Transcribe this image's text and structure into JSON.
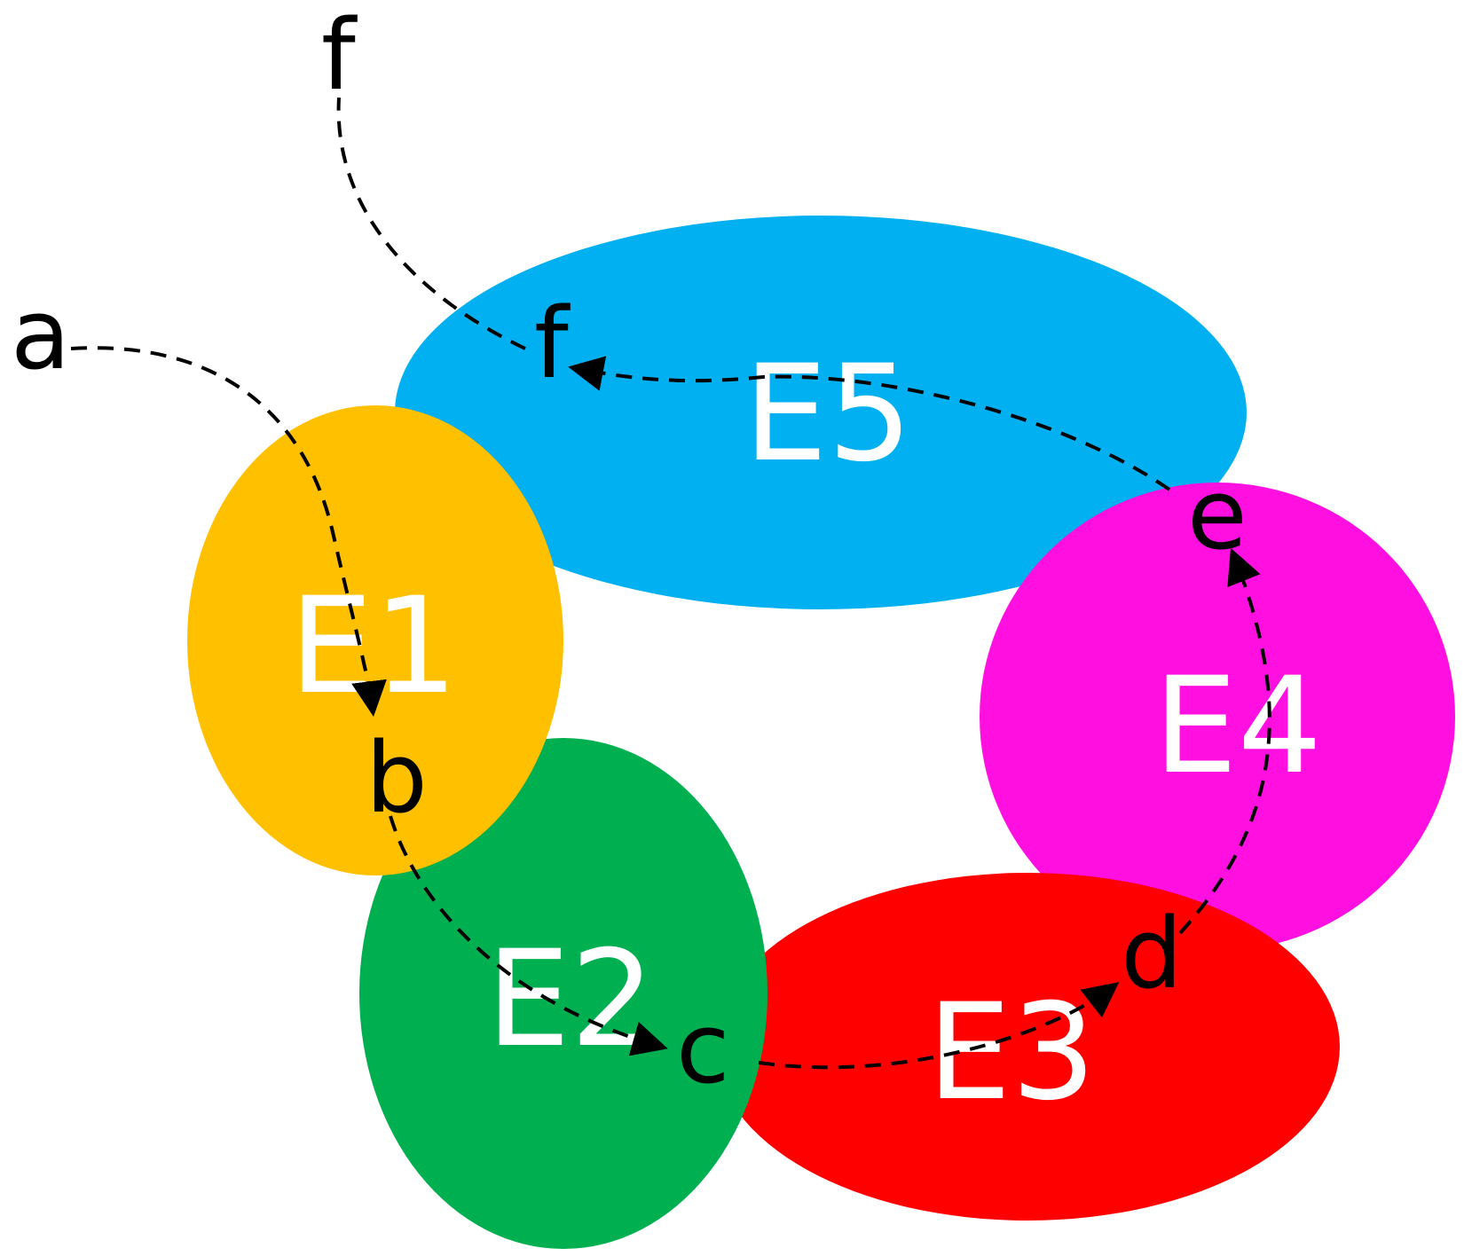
{
  "regions": [
    {
      "id": "E5",
      "label": "E5",
      "color": "#00B0F0"
    },
    {
      "id": "E4",
      "label": "E4",
      "color": "#FF10E0"
    },
    {
      "id": "E3",
      "label": "E3",
      "color": "#FF0000"
    },
    {
      "id": "E2",
      "label": "E2",
      "color": "#00AF50"
    },
    {
      "id": "E1",
      "label": "E1",
      "color": "#FFC000"
    }
  ],
  "points": {
    "a": "a",
    "b": "b",
    "c": "c",
    "d": "d",
    "e": "e",
    "f_inner": "f",
    "f_outer": "f"
  },
  "path": {
    "stroke_color": "#000000",
    "style": "dashed",
    "sequence": [
      "a",
      "b",
      "c",
      "d",
      "e",
      "f",
      "f"
    ]
  }
}
